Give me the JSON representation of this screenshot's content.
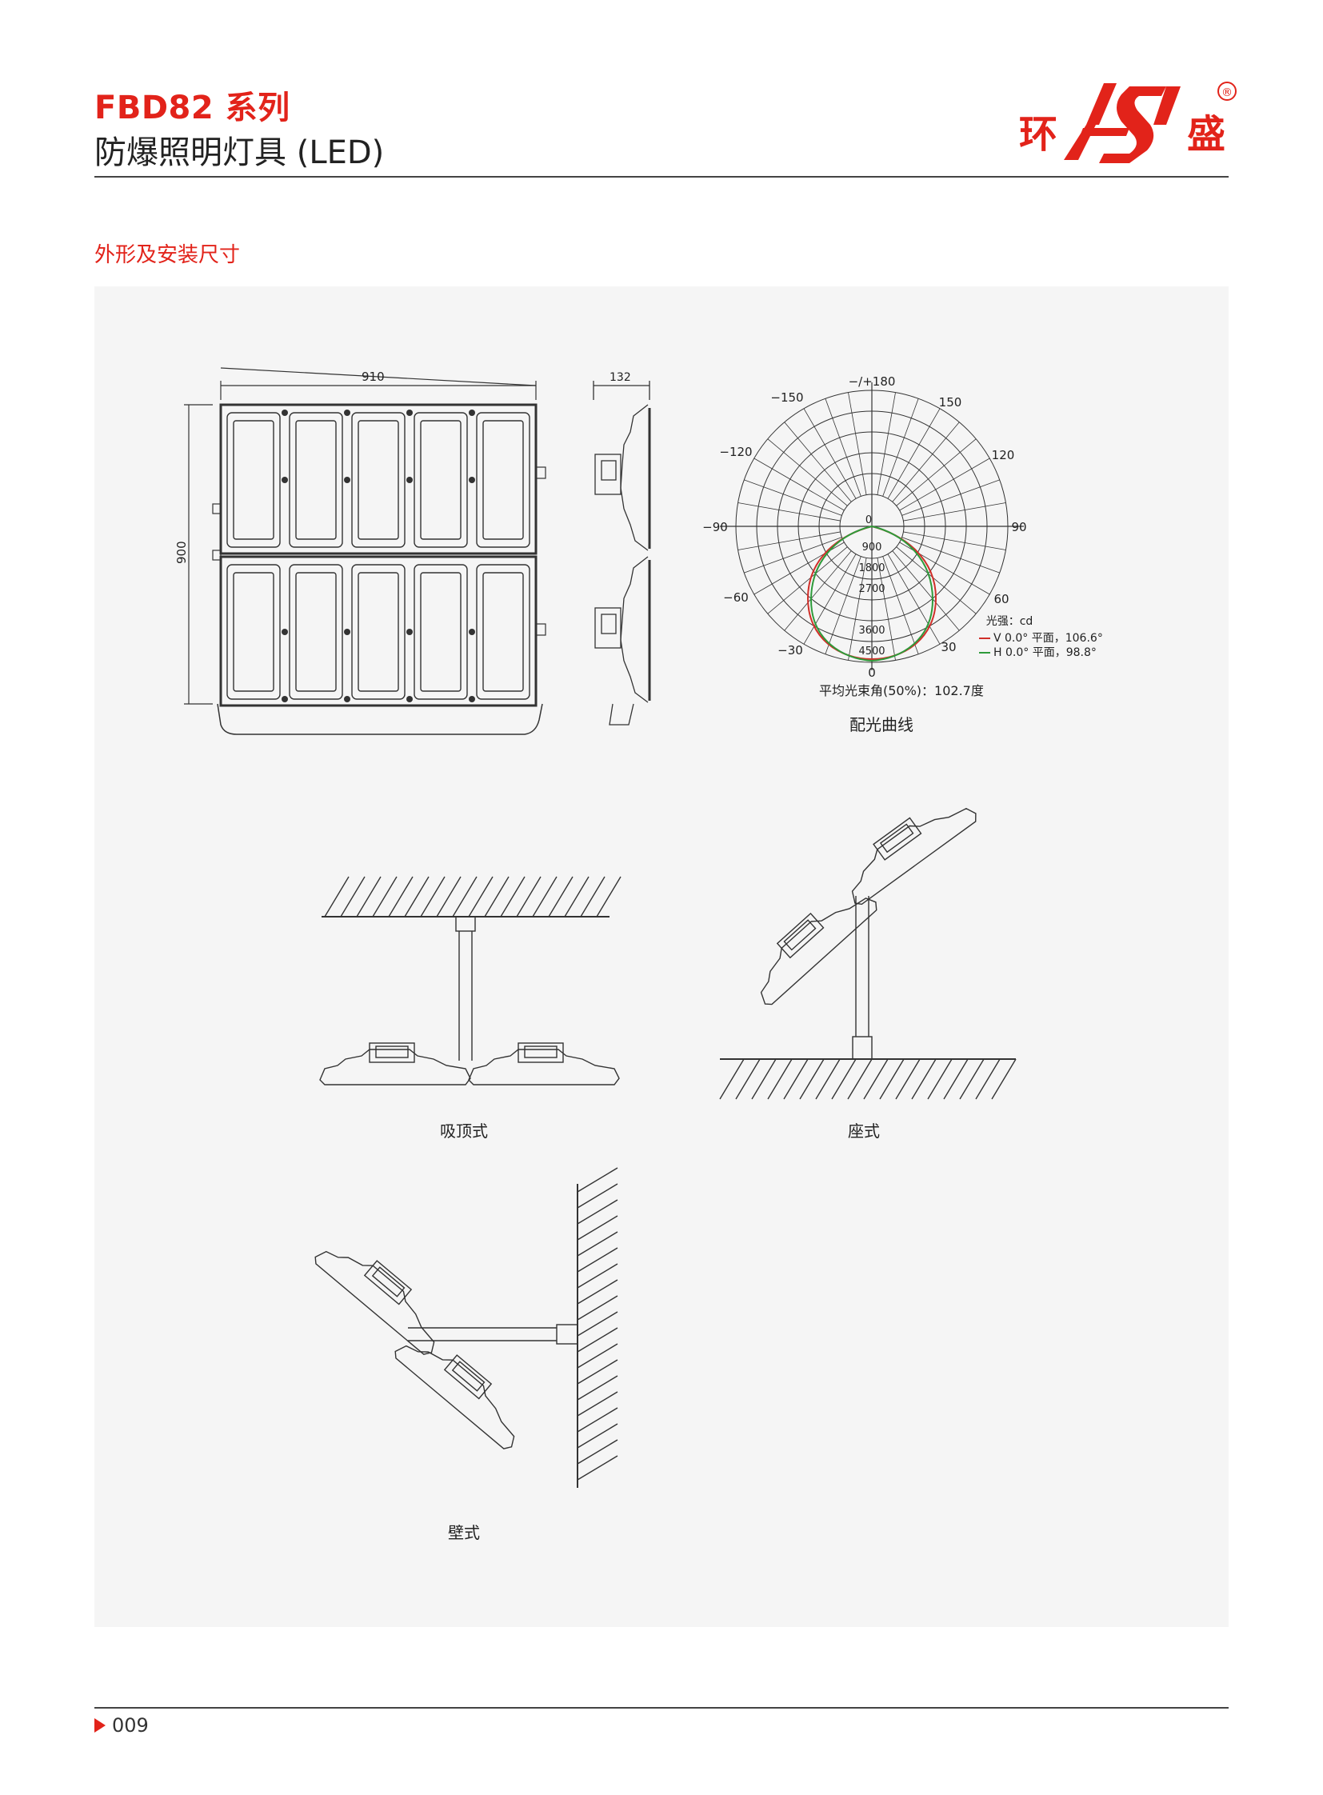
{
  "header": {
    "series": "FBD82 系列",
    "subtitle": "防爆照明灯具 (LED)",
    "logo": {
      "left_char": "环",
      "right_char": "盛",
      "mark": "HS",
      "registered": "®",
      "brand_color": "#e2231a"
    }
  },
  "section_title": "外形及安装尺寸",
  "dimensions": {
    "width": "910",
    "height": "900",
    "depth": "132"
  },
  "photometric": {
    "angle_labels": {
      "top": "−/+180",
      "l150": "−150",
      "r150": "150",
      "l120": "−120",
      "r120": "120",
      "l90": "−90",
      "r90": "90",
      "l60": "−60",
      "r60": "60",
      "l30": "−30",
      "r30": "30",
      "bottom": "0"
    },
    "intensity_labels": [
      "0",
      "900",
      "1800",
      "2700",
      "3600",
      "4500"
    ],
    "unit": "光强：cd",
    "legend": [
      {
        "key": "V",
        "text": "V  0.0°  平面，106.6°",
        "color": "#d0302a"
      },
      {
        "key": "H",
        "text": "H  0.0°  平面，98.8°",
        "color": "#2e9a3a"
      }
    ],
    "beam_angle": "平均光束角(50%)：102.7度",
    "caption": "配光曲线"
  },
  "mounting": {
    "ceiling": "吸顶式",
    "seat": "座式",
    "wall": "壁式"
  },
  "footer": {
    "page": "009"
  }
}
